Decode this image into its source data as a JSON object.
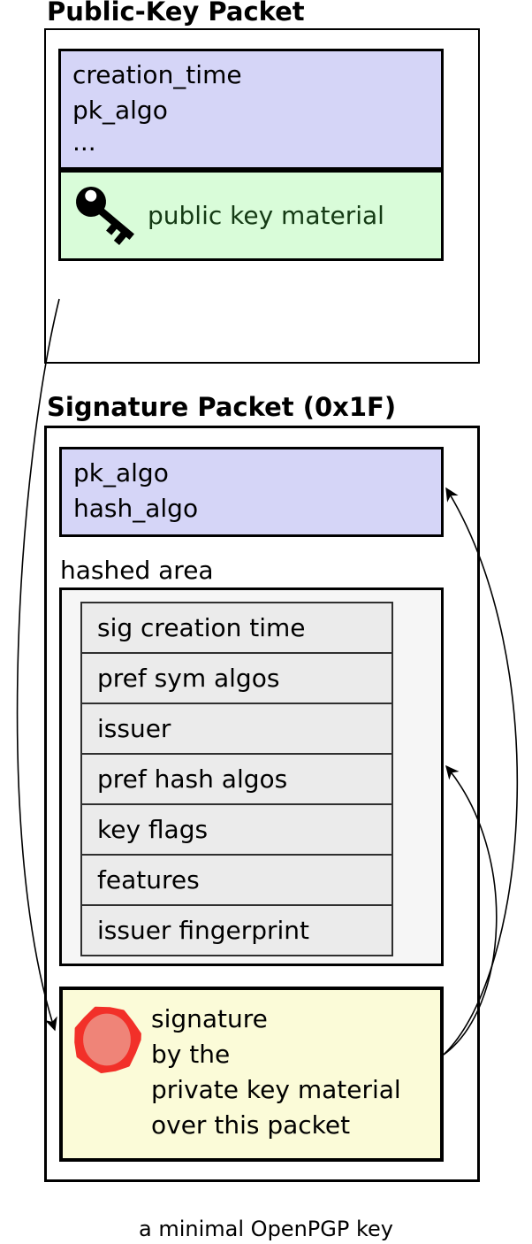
{
  "public_key_packet": {
    "title": "Public-Key Packet",
    "fields": [
      "creation_time",
      "pk_algo",
      "..."
    ],
    "key_material_label": "public key material"
  },
  "signature_packet": {
    "title": "Signature Packet (0x1F)",
    "fields": [
      "pk_algo",
      "hash_algo"
    ],
    "hashed_area_label": "hashed area",
    "subpackets": [
      "sig creation time",
      "pref sym algos",
      "issuer",
      "pref hash algos",
      "key flags",
      "features",
      "issuer fingerprint"
    ],
    "signature_text": [
      "signature",
      "by the",
      "private key material",
      "over this packet"
    ]
  },
  "caption": "a minimal OpenPGP key",
  "icons": {
    "key": "key-icon",
    "seal": "wax-seal-icon",
    "arrows": [
      "arrow-pubkey-to-signature",
      "arrow-signature-to-header-fields",
      "arrow-signature-to-hashed-area"
    ]
  },
  "colors": {
    "field_box_fill": "#d5d5f7",
    "key_material_fill": "#d9fcd9",
    "key_material_text": "#143a14",
    "hashed_area_fill": "#f6f6f6",
    "subpacket_row_fill": "#ebebeb",
    "signature_box_fill": "#fbfbd8",
    "seal_outer": "#f23029",
    "seal_inner": "#ef8478",
    "line": "#000000"
  }
}
